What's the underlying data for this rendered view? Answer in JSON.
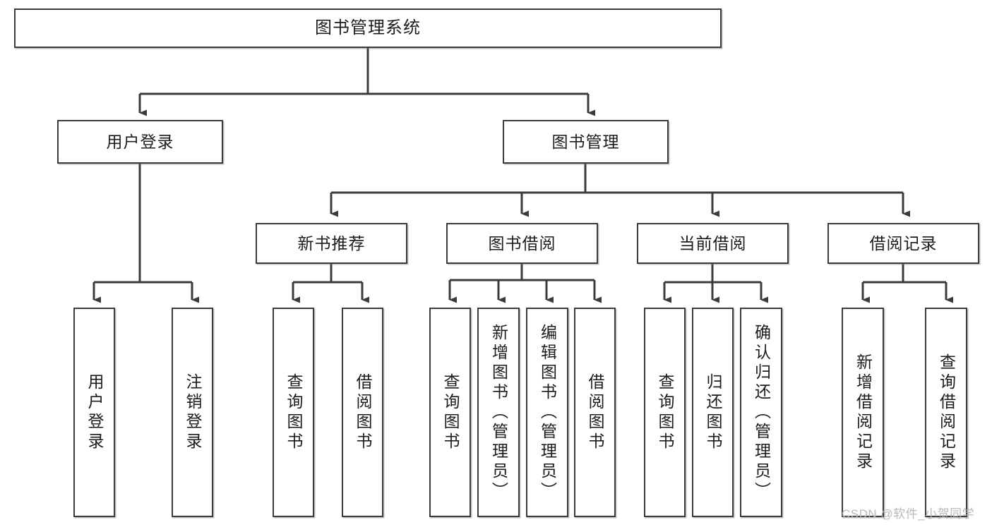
{
  "diagram": {
    "title": "图书管理系统",
    "type": "tree",
    "orientation": "top-down",
    "line_color": "#3b3b3b",
    "box_fill": "#ffffff",
    "text_color": "#1c1c1c",
    "levels": 4,
    "nodes": {
      "root": {
        "label": "图书管理系统"
      },
      "level2": [
        {
          "label": "用户登录"
        },
        {
          "label": "图书管理"
        }
      ],
      "level3": [
        {
          "label": "新书推荐"
        },
        {
          "label": "图书借阅"
        },
        {
          "label": "当前借阅"
        },
        {
          "label": "借阅记录"
        }
      ],
      "leaves": [
        {
          "label": "用户登录",
          "parent": "用户登录"
        },
        {
          "label": "注销登录",
          "parent": "用户登录"
        },
        {
          "label": "查询图书",
          "parent": "新书推荐"
        },
        {
          "label": "借阅图书",
          "parent": "新书推荐"
        },
        {
          "label": "查询图书",
          "parent": "图书借阅"
        },
        {
          "label": "新增图书（管理员）",
          "parent": "图书借阅"
        },
        {
          "label": "编辑图书（管理员）",
          "parent": "图书借阅"
        },
        {
          "label": "借阅图书",
          "parent": "图书借阅"
        },
        {
          "label": "查询图书",
          "parent": "当前借阅"
        },
        {
          "label": "归还图书",
          "parent": "当前借阅"
        },
        {
          "label": "确认归还（管理员）",
          "parent": "当前借阅"
        },
        {
          "label": "新增借阅记录",
          "parent": "借阅记录"
        },
        {
          "label": "查询借阅记录",
          "parent": "借阅记录"
        }
      ]
    },
    "watermark": "CSDN @软件_小贺同学"
  }
}
